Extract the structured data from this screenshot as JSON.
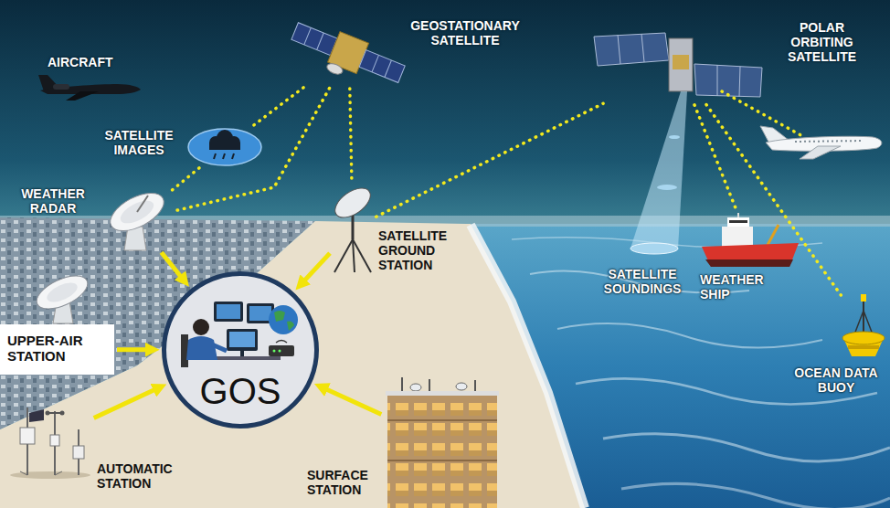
{
  "diagram": {
    "nodes": [
      {
        "text": [
          "AIRCRAFT"
        ]
      },
      {
        "text": [
          "GEOSTATIONARY SATELLITE"
        ]
      },
      {
        "text": [
          "POLAR ORBITING SATELLITE"
        ]
      },
      {
        "text": [
          "SATELLITE IMAGES"
        ]
      },
      {
        "text": [
          "WEATHER RADAR"
        ]
      },
      {
        "text": [
          "SATELLITE GROUND STATION"
        ]
      },
      {
        "text": [
          "SATELLITE SOUNDINGS"
        ]
      },
      {
        "text": [
          "WEATHER SHIP"
        ]
      },
      {
        "text": [
          "OCEAN DATA BUOY"
        ]
      },
      {
        "text": [
          "UPPER-AIR STATION"
        ]
      },
      {
        "text": [
          "GOS"
        ]
      },
      {
        "text": [
          "AUTOMATIC STATION"
        ]
      },
      {
        "text": [
          "SURFACE STATION"
        ]
      }
    ],
    "edges": [
      {
        "from": 1,
        "to": 3,
        "arrow": "none"
      },
      {
        "from": 3,
        "to": 4,
        "arrow": "none"
      },
      {
        "from": 1,
        "to": 4,
        "arrow": "none"
      },
      {
        "from": 1,
        "to": 5,
        "arrow": "none"
      },
      {
        "from": 5,
        "to": 2,
        "arrow": "none"
      },
      {
        "from": 2,
        "to": 7,
        "arrow": "none"
      },
      {
        "from": 2,
        "to": 8,
        "arrow": "none"
      },
      {
        "from": 4,
        "to": 10,
        "arrow": "to"
      },
      {
        "from": 9,
        "to": 10,
        "arrow": "to"
      },
      {
        "from": 5,
        "to": 10,
        "arrow": "to"
      },
      {
        "from": 11,
        "to": 10,
        "arrow": "to"
      },
      {
        "from": 12,
        "to": 10,
        "arrow": "to"
      }
    ]
  }
}
